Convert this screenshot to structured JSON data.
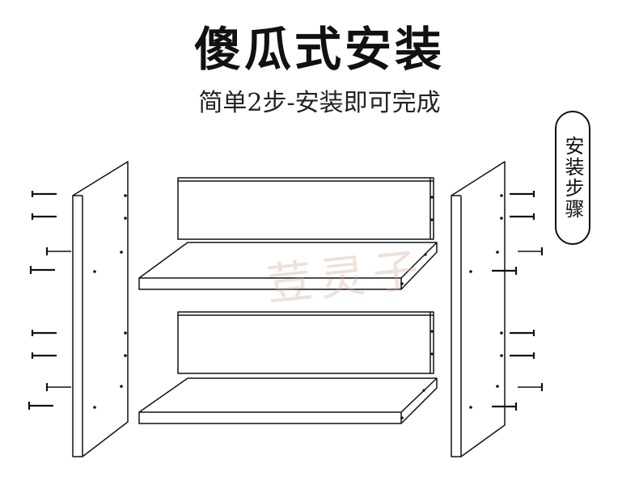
{
  "title": "傻瓜式安装",
  "subtitle": "简单2步-安装即可完成",
  "steps_badge": "安装步骤",
  "watermark": "荳灵子",
  "colors": {
    "line": "#111111",
    "background": "#ffffff",
    "watermark": "#cdaa96"
  }
}
